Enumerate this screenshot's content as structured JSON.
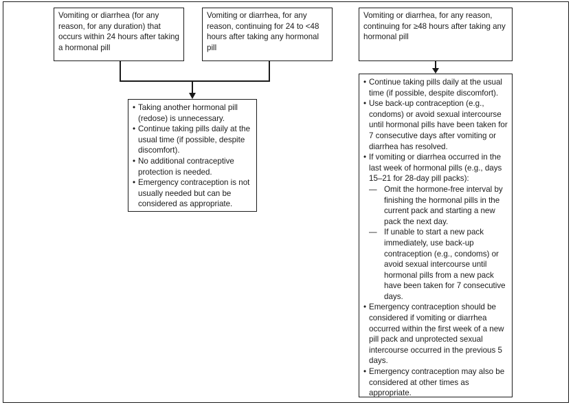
{
  "boxes": {
    "box1": "Vomiting or diarrhea (for any reason, for any duration) that occurs within 24 hours after taking a hormonal pill",
    "box2": "Vomiting or diarrhea, for any reason, continuing for 24 to <48 hours after taking any hormonal pill",
    "box3": "Vomiting or diarrhea, for any reason, continuing for ≥48 hours after taking any hormonal pill"
  },
  "outcome_left": {
    "items": [
      "Taking another hormonal pill (redose) is unnecessary.",
      "Continue taking pills daily at the usual time (if possible, despite discomfort).",
      "No additional contraceptive protection is needed.",
      "Emergency contraception is not usually needed but can be considered as appropriate."
    ]
  },
  "outcome_right": {
    "item1": "Continue taking pills daily at the usual time (if possible, despite discomfort).",
    "item2": "Use back-up contraception (e.g., condoms) or avoid sexual intercourse until hormonal pills have been taken for 7 consecutive days after vomiting or diarrhea has resolved.",
    "item3": "If vomiting or diarrhea occurred in the last week of hormonal pills (e.g., days 15–21 for 28-day pill packs):",
    "item3_sub1": "Omit the hormone-free interval by finishing the hormonal pills in the current pack and starting a new pack the next day.",
    "item3_sub2": "If unable to start a new pack immediately, use back-up contraception (e.g., condoms) or avoid sexual intercourse until hormonal pills from a new pack have been taken for 7 consecutive days.",
    "item4": "Emergency contraception should be considered if vomiting or diarrhea occurred within the first week of a new pill pack and unprotected sexual intercourse occurred in the previous 5 days.",
    "item5": "Emergency contraception may also be considered at other times as appropriate."
  }
}
